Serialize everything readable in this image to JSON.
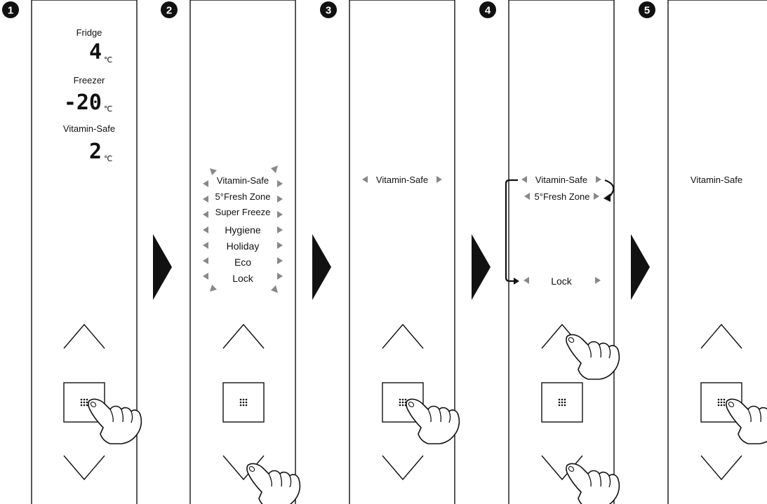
{
  "steps": [
    {
      "number": "1",
      "display": [
        {
          "label": "Fridge",
          "value": "4",
          "unit": "℃"
        },
        {
          "label": "Freezer",
          "value": "-20",
          "unit": "℃"
        },
        {
          "label": "Vitamin-Safe",
          "value": "2",
          "unit": "℃"
        }
      ]
    },
    {
      "number": "2",
      "menu": [
        "Vitamin-Safe",
        "5°Fresh Zone",
        "Super Freeze",
        "Hygiene",
        "Holiday",
        "Eco",
        "Lock"
      ]
    },
    {
      "number": "3",
      "selected": "Vitamin-Safe"
    },
    {
      "number": "4",
      "menu_top": [
        "Vitamin-Safe",
        "5°Fresh Zone"
      ],
      "menu_bottom": "Lock"
    },
    {
      "number": "5",
      "final": "Vitamin-Safe"
    }
  ],
  "colors": {
    "line": "#111111",
    "arrow_grey": "#888888",
    "badge": "#111111"
  },
  "icons": [
    "up-chevron-icon",
    "menu-button-icon",
    "down-chevron-icon",
    "pointing-hand-icon",
    "step-arrow-icon",
    "loop-arrow-icon"
  ]
}
